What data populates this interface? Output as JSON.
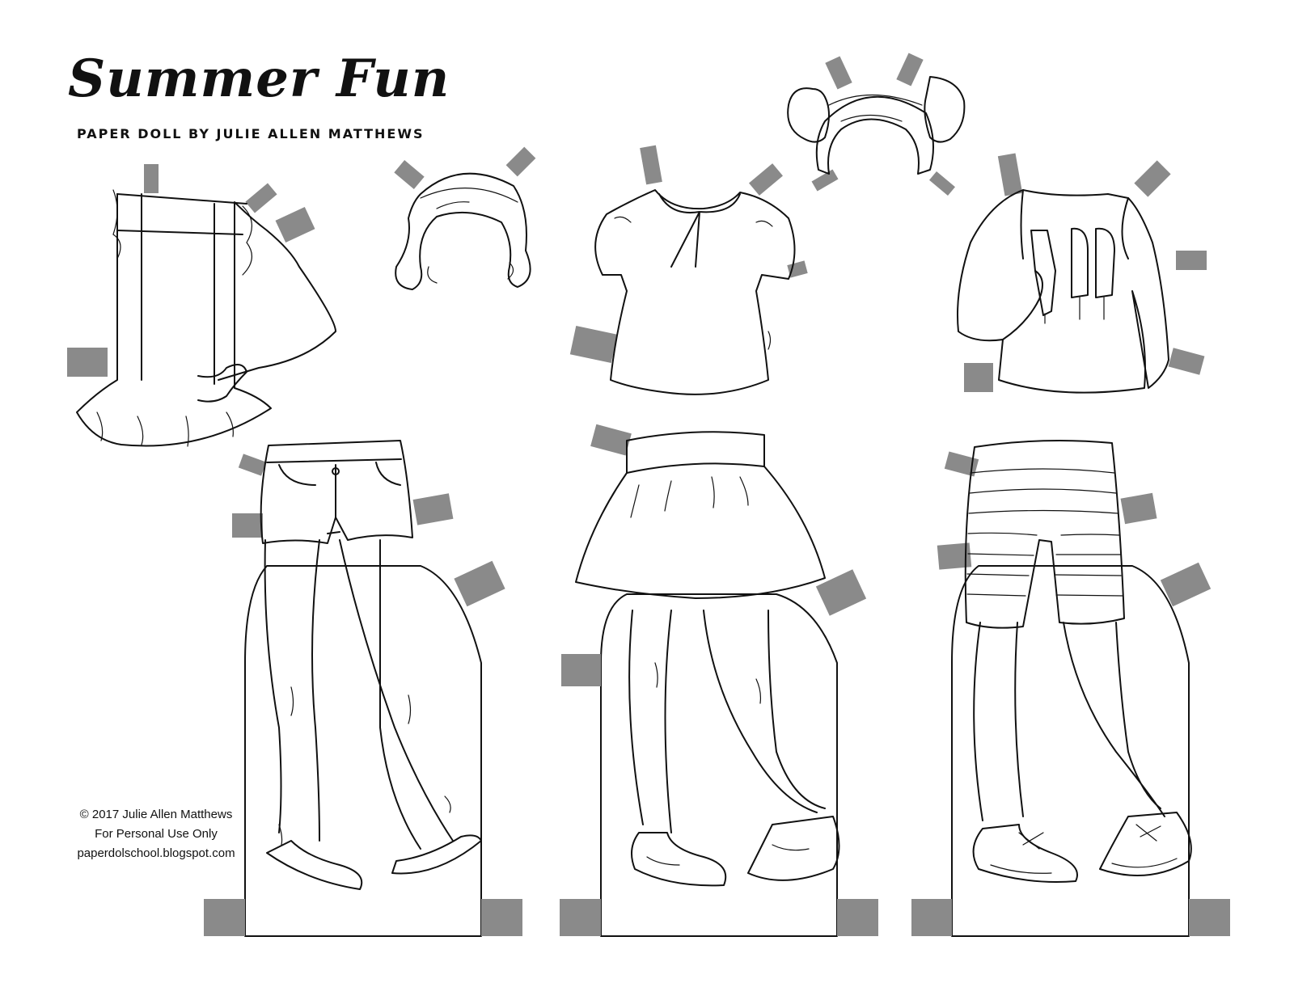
{
  "header": {
    "title": "Summer Fun",
    "subtitle": "PAPER DOLL BY JULIE ALLEN MATTHEWS"
  },
  "credit": {
    "copyright": "© 2017 Julie Allen Matthews",
    "usage": "For Personal Use Only",
    "website": "paperdolschool.blogspot.com"
  },
  "colors": {
    "tab": "#8a8a8a",
    "outline": "#111111",
    "background": "#ffffff"
  }
}
